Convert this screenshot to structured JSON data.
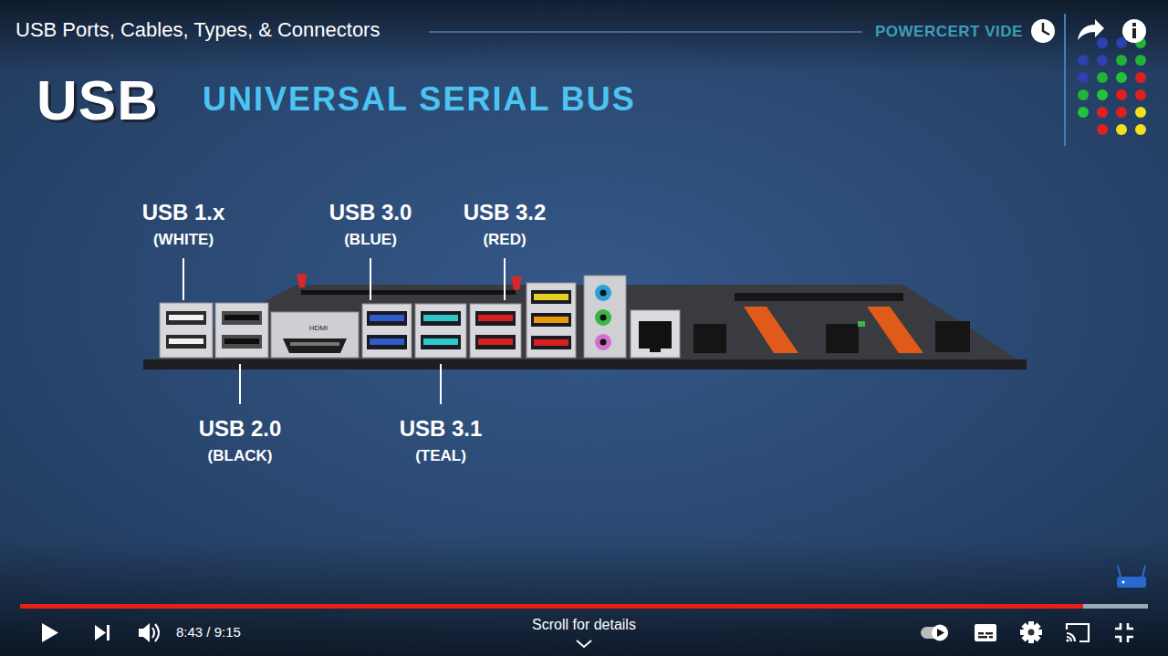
{
  "diagram": {
    "title": "USB Ports, Cables, Types, & Connectors",
    "nodes": [
      {
        "text": [
          "HDMI"
        ]
      }
    ],
    "labels": [
      "USB",
      "UNIVERSAL SERIAL BUS",
      "USB 1.x",
      "(WHITE)",
      "USB 3.0",
      "(BLUE)",
      "USB 3.2",
      "(RED)",
      "USB 2.0",
      "(BLACK)",
      "USB 3.1",
      "(TEAL)",
      "POWERCERT VIDE",
      "8:43 / 9:15",
      "Scroll for details"
    ]
  }
}
